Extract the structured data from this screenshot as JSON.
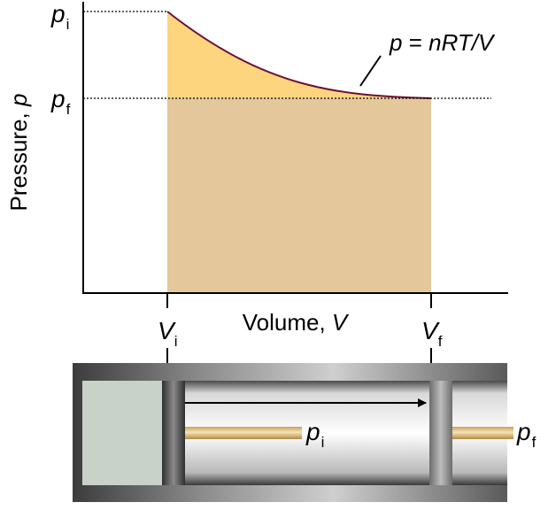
{
  "graph": {
    "y_axis_label": {
      "prefix": "Pressure, ",
      "symbol": "p"
    },
    "x_axis_label": {
      "prefix": "Volume, ",
      "symbol": "V"
    },
    "p_initial": {
      "symbol": "p",
      "sub": "i"
    },
    "p_final": {
      "symbol": "p",
      "sub": "f"
    },
    "v_initial": {
      "symbol": "V",
      "sub": "i"
    },
    "v_final": {
      "symbol": "V",
      "sub": "f"
    },
    "curve_label": {
      "p": "p",
      "eq": " = ",
      "expr": "nRT/V"
    }
  },
  "cylinder": {
    "label_initial": {
      "symbol": "p",
      "sub": "i"
    },
    "label_final": {
      "symbol": "p",
      "sub": "f"
    }
  },
  "colors": {
    "work_fill_upper": "#fdd57e",
    "work_fill_lower": "#e4c89b",
    "isotherm_curve": "#6b1038",
    "axes": "#000000",
    "gas": "#c9d2c8",
    "piston_rod": "#e8c47e"
  }
}
